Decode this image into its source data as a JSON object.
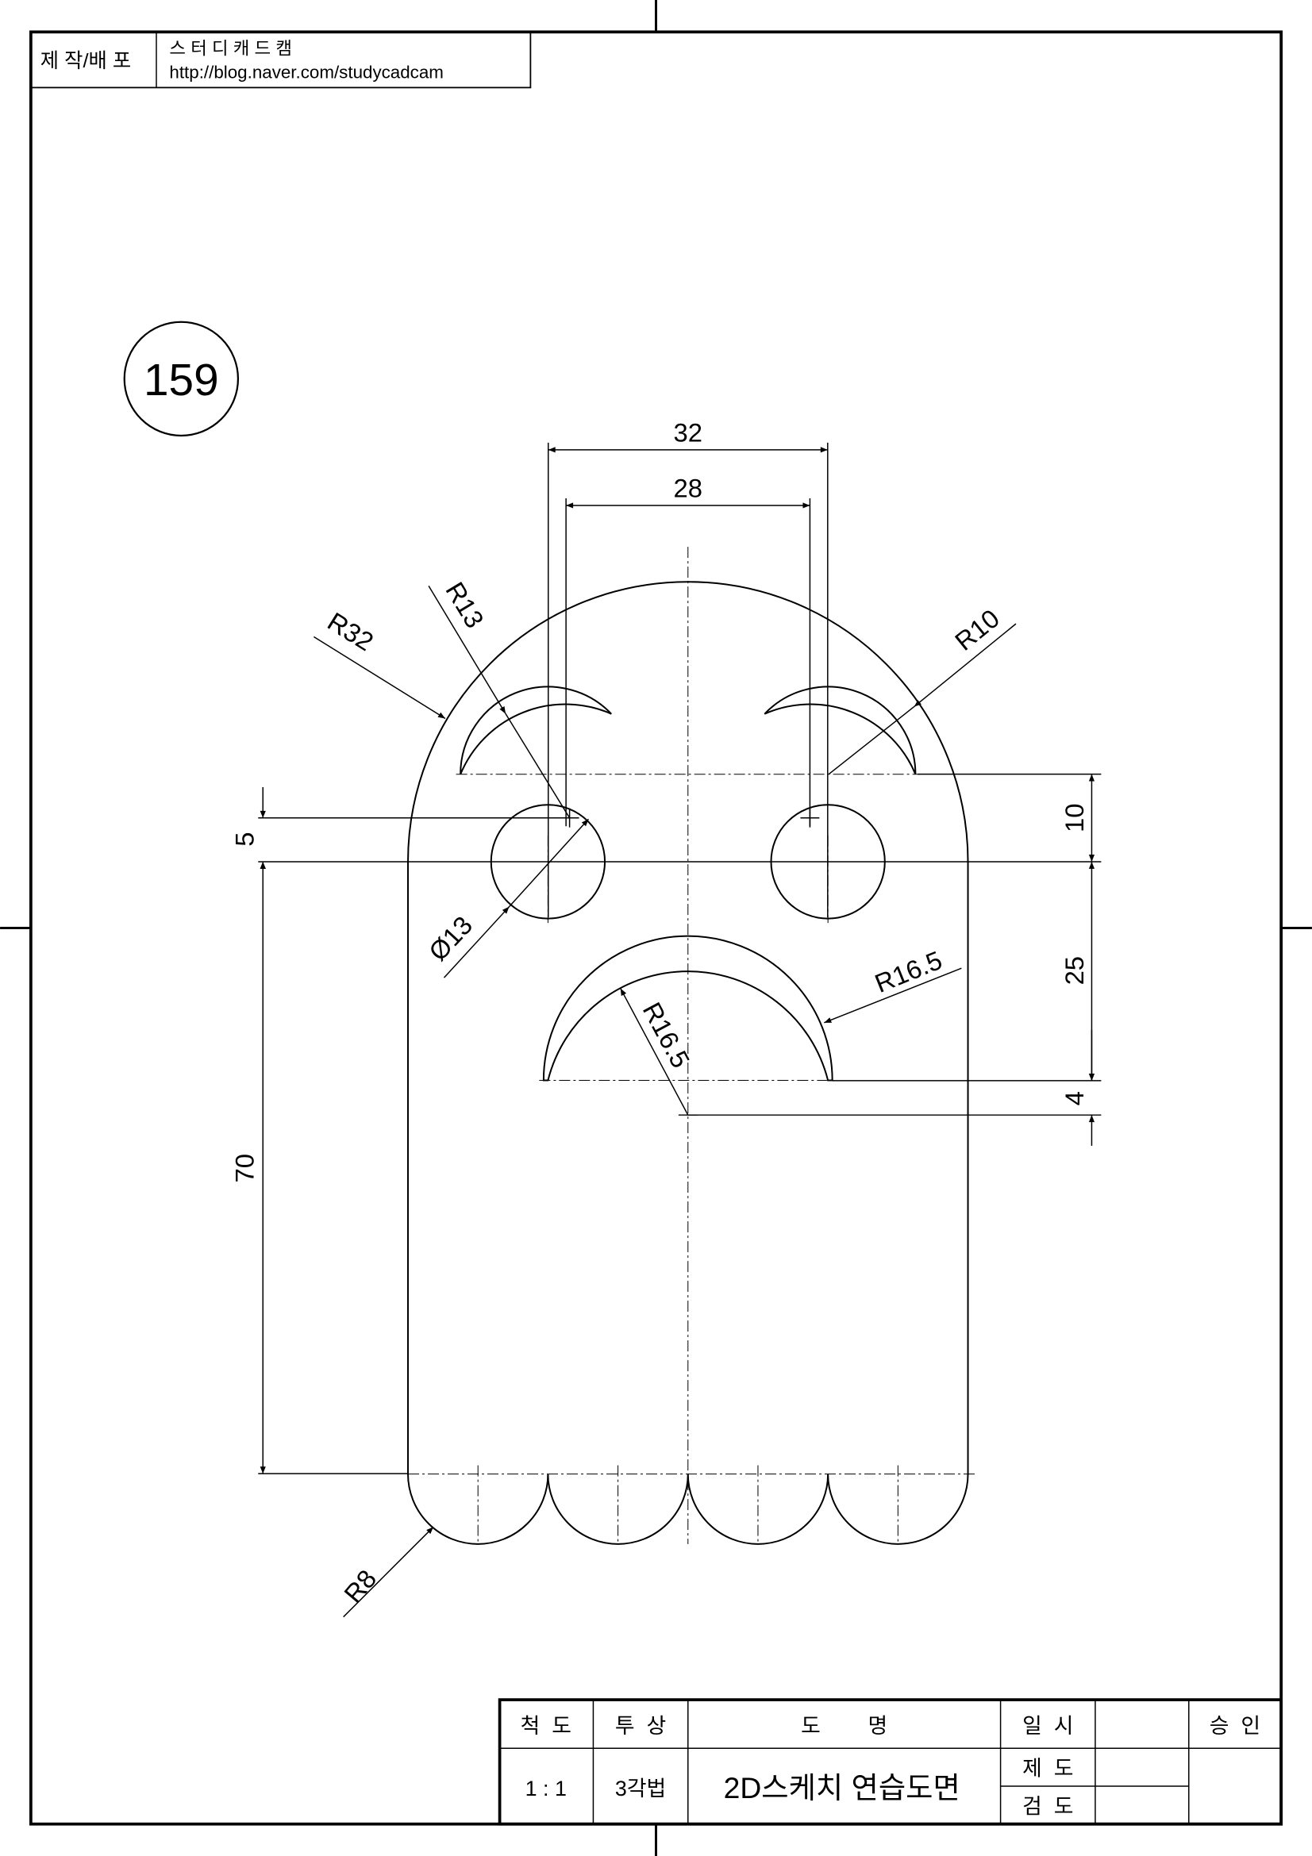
{
  "header": {
    "label": "제 작/배 포",
    "author": "스 터 디 캐 드 캠",
    "url": "http://blog.naver.com/studycadcam"
  },
  "drawing_number": "159",
  "dimensions": {
    "width_outer": "32",
    "width_inner": "28",
    "r_body": "R32",
    "r_brow_inner": "R13",
    "r_brow_outer": "R10",
    "eye_dia": "Ø13",
    "r_mouth_outer": "R16.5",
    "r_mouth_inner": "R16.5",
    "r_scallop": "R8",
    "v_brow": "10",
    "v_mouth": "25",
    "v_mouth_offset": "4",
    "v_small": "5",
    "v_height": "70"
  },
  "title_block": {
    "scale_label": "척  도",
    "scale_value": "1 : 1",
    "projection_label": "투  상",
    "projection_value": "3각법",
    "name_label": "도        명",
    "name_value": "2D스케치 연습도면",
    "date_label": "일  시",
    "drawn_label": "제  도",
    "checked_label": "검  도",
    "approval_label": "승  인"
  }
}
